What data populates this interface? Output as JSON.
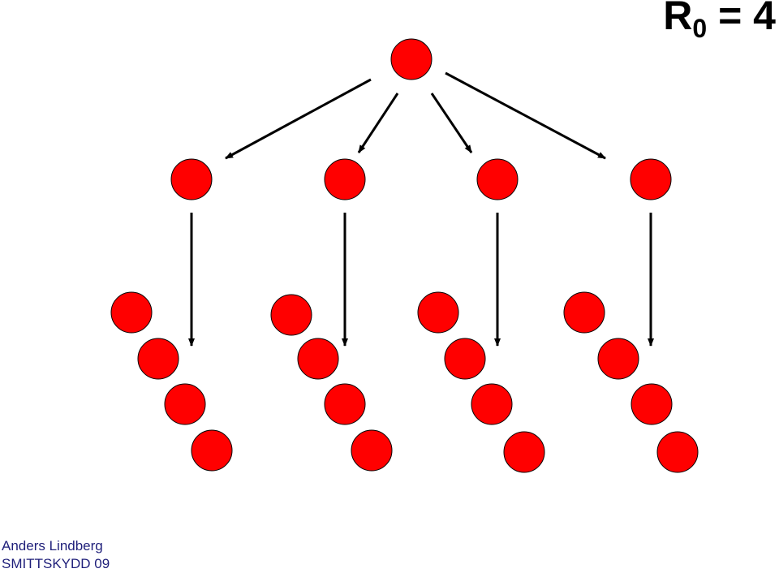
{
  "title": {
    "base": "R",
    "subscript": "0",
    "rest": " = 4"
  },
  "footer": {
    "author": "Anders Lindberg",
    "org": "SMITTSKYDD 09"
  },
  "colors": {
    "node_fill": "#ff0000",
    "node_stroke": "#000000",
    "arrow": "#000000",
    "footer_text": "#1f1f7a"
  },
  "diagram": {
    "generations": [
      1,
      4,
      16
    ],
    "branching_factor": 4,
    "icon": "red-circle-node"
  }
}
